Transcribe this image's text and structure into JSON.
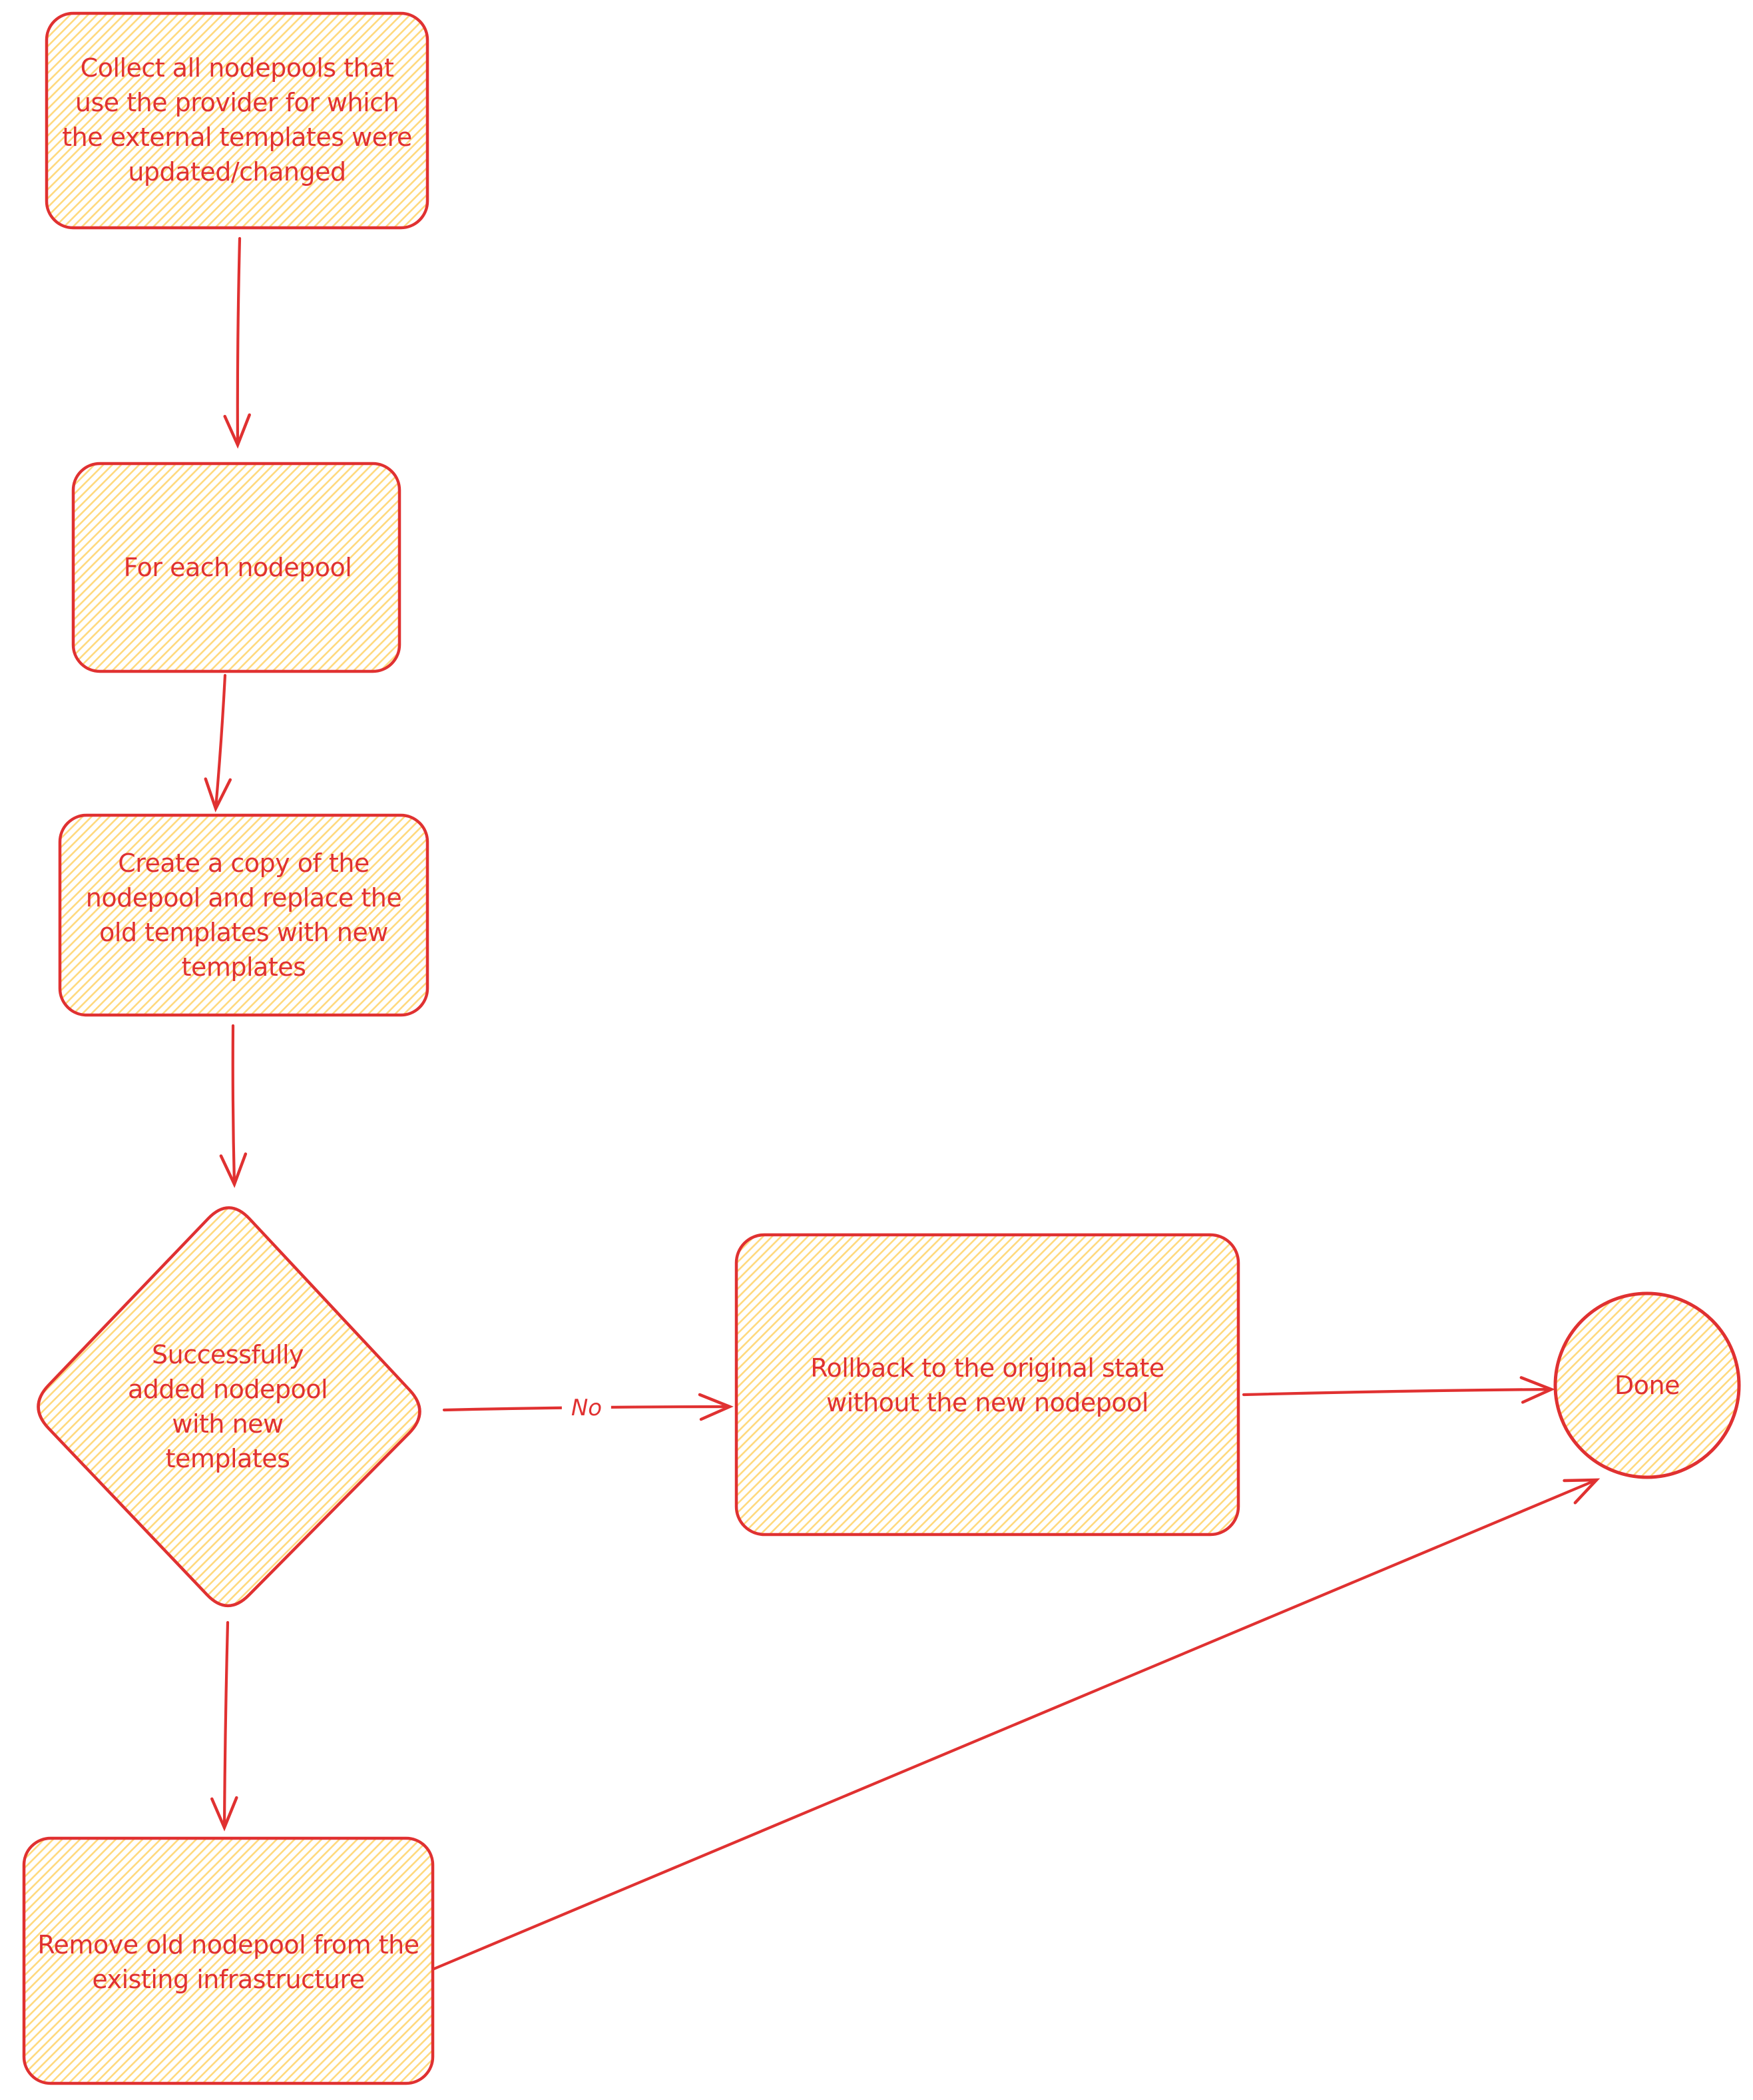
{
  "diagram": {
    "stroke_color": "#e03131",
    "text_color": "#e03131",
    "hatch_fill_color": "#ffd97d",
    "background_color": "#ffffff",
    "nodes": [
      {
        "id": "collect-nodepools",
        "type": "rounded-rect",
        "label": "Collect all nodepools that\nuse the provider for which\nthe external templates were\nupdated/changed"
      },
      {
        "id": "for-each-nodepool",
        "type": "rounded-rect",
        "label": "For each nodepool"
      },
      {
        "id": "create-copy",
        "type": "rounded-rect",
        "label": "Create a copy of the\nnodepool and replace the\nold templates with new\ntemplates"
      },
      {
        "id": "success-decision",
        "type": "diamond",
        "label": "Successfully\nadded nodepool\nwith new\ntemplates"
      },
      {
        "id": "rollback",
        "type": "rounded-rect",
        "label": "Rollback to the original state\nwithout the new nodepool"
      },
      {
        "id": "remove-old-nodepool",
        "type": "rounded-rect",
        "label": "Remove old nodepool from the\nexisting infrastructure"
      },
      {
        "id": "done",
        "type": "circle",
        "label": "Done"
      }
    ],
    "edges": [
      {
        "from": "collect-nodepools",
        "to": "for-each-nodepool",
        "label": ""
      },
      {
        "from": "for-each-nodepool",
        "to": "create-copy",
        "label": ""
      },
      {
        "from": "create-copy",
        "to": "success-decision",
        "label": ""
      },
      {
        "from": "success-decision",
        "to": "rollback",
        "label": "No"
      },
      {
        "from": "rollback",
        "to": "done",
        "label": ""
      },
      {
        "from": "success-decision",
        "to": "remove-old-nodepool",
        "label": ""
      },
      {
        "from": "remove-old-nodepool",
        "to": "done",
        "label": ""
      }
    ]
  }
}
